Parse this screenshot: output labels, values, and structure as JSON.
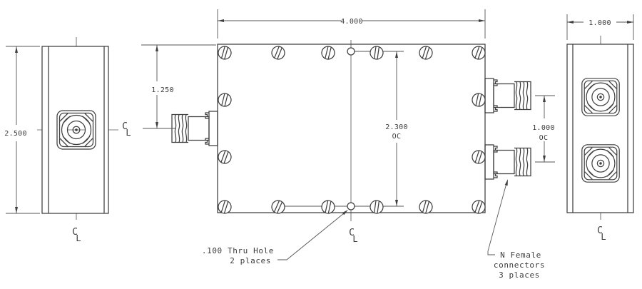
{
  "drawing_type": "engineering-drawing-3-view",
  "colors": {
    "background": "#ffffff",
    "object_lines": "#3f3f3f",
    "dimension_lines": "#555555",
    "text": "#3b3b3b"
  },
  "dims": {
    "left_view_height": "2.500",
    "input_offset": "1.250",
    "top_view_width": "4.000",
    "thru_hole_spacing": "2.300",
    "thru_hole_spacing_suffix": "OC",
    "output_spacing": "1.000",
    "output_spacing_suffix": "OC",
    "end_view_width": "1.000"
  },
  "notes": {
    "thru_hole": {
      "line1": ".100 Thru Hole",
      "line2": "2 places"
    },
    "n_female": {
      "line1": "N Female",
      "line2": "connectors",
      "line3": "3 places"
    }
  },
  "symbols": {
    "centerline_c": "C",
    "centerline_l": "L"
  }
}
